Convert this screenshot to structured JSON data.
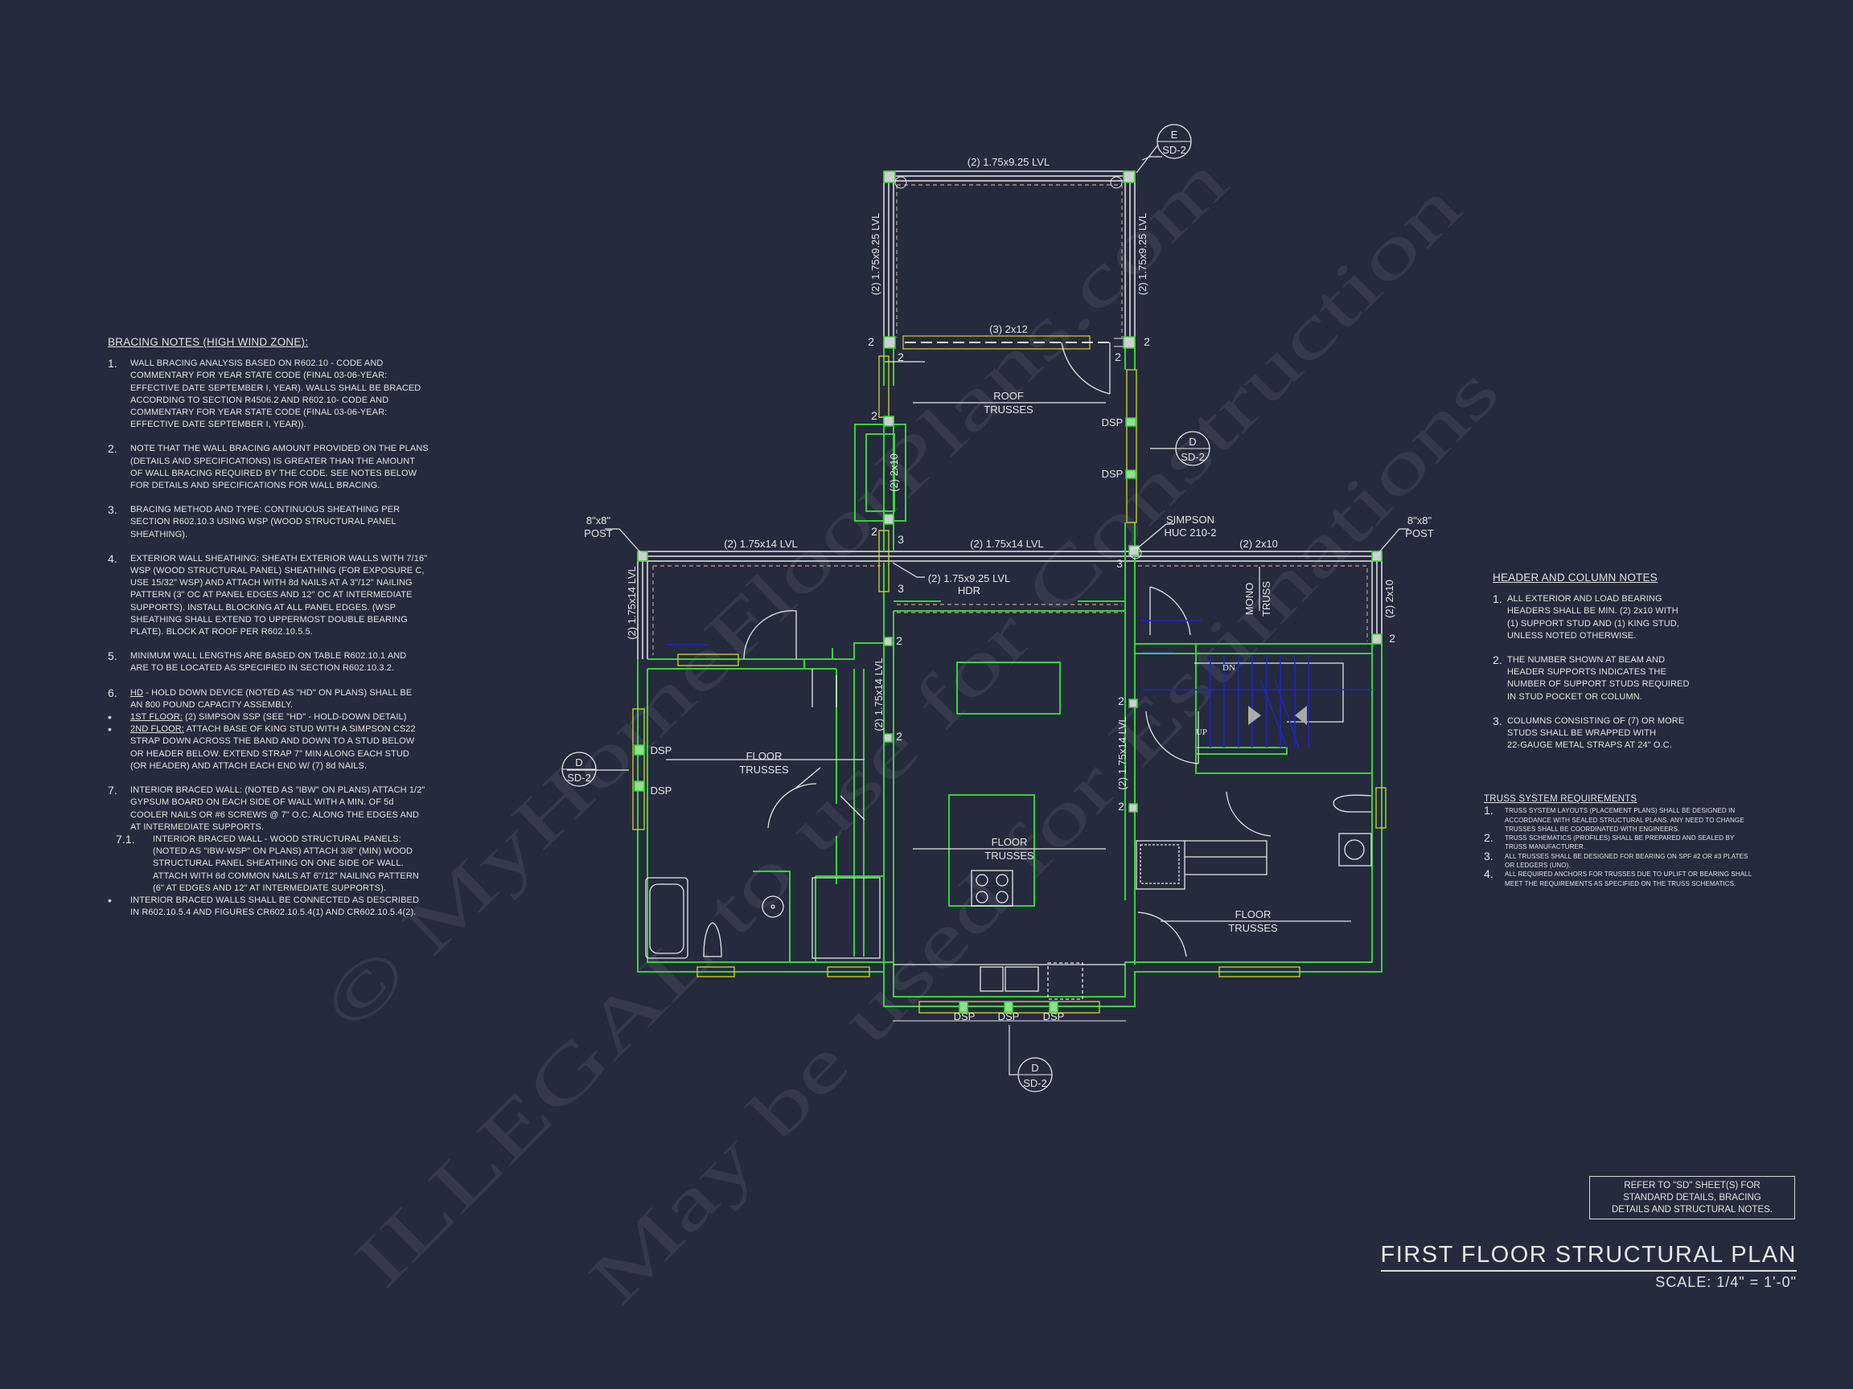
{
  "colors": {
    "background": "#252a3d",
    "walls": "#38d33a",
    "beams": "#e6e6e6",
    "windows": "#d6d62a",
    "stairs": "#1e26c8",
    "headers": "#c9a08a"
  },
  "bracing_notes": {
    "title": "BRACING NOTES (HIGH WIND ZONE):",
    "items": [
      {
        "num": "1.",
        "lines": [
          "WALL BRACING ANALYSIS BASED ON R602.10 - CODE AND",
          "COMMENTARY FOR YEAR STATE CODE (FINAL 03-06-YEAR:",
          "EFFECTIVE DATE SEPTEMBER I, YEAR). WALLS SHALL BE BRACED",
          "ACCORDING TO SECTION R4506.2 AND R602.10- CODE AND",
          "COMMENTARY FOR YEAR STATE CODE (FINAL 03-06-YEAR:",
          "EFFECTIVE DATE SEPTEMBER I, YEAR))."
        ]
      },
      {
        "num": "2.",
        "lines": [
          "NOTE THAT THE WALL BRACING AMOUNT PROVIDED ON THE PLANS",
          "(DETAILS AND SPECIFICATIONS) IS GREATER THAN THE AMOUNT",
          "OF WALL BRACING REQUIRED BY THE CODE. SEE NOTES BELOW",
          "FOR DETAILS AND SPECIFICATIONS FOR WALL BRACING."
        ]
      },
      {
        "num": "3.",
        "lines": [
          "BRACING METHOD AND TYPE: CONTINUOUS SHEATHING PER",
          "SECTION R602.10.3 USING WSP (WOOD STRUCTURAL PANEL",
          "SHEATHING)."
        ]
      },
      {
        "num": "4.",
        "lines": [
          "EXTERIOR WALL SHEATHING: SHEATH EXTERIOR WALLS WITH 7/16\"",
          "WSP (WOOD STRUCTURAL PANEL) SHEATHING (FOR EXPOSURE C,",
          "USE 15/32\" WSP) AND ATTACH WITH 8d NAILS AT A 3\"/12\" NAILING",
          "PATTERN (3\" OC AT PANEL EDGES AND 12\" OC AT INTERMEDIATE",
          "SUPPORTS). INSTALL BLOCKING AT ALL PANEL EDGES. (WSP",
          "SHEATHING SHALL EXTEND TO UPPERMOST DOUBLE BEARING",
          "PLATE). BLOCK AT ROOF PER R602.10.5.5."
        ]
      },
      {
        "num": "5.",
        "lines": [
          "MINIMUM WALL LENGTHS ARE BASED ON TABLE R602.10.1 AND",
          "ARE TO BE LOCATED AS SPECIFIED IN SECTION R602.10.3.2."
        ]
      },
      {
        "num": "6.",
        "label": "HD",
        "lines": [
          " - HOLD DOWN DEVICE (NOTED AS \"HD\" ON PLANS) SHALL BE",
          "AN 800 POUND CAPACITY ASSEMBLY."
        ]
      },
      {
        "num": "•",
        "label": "1ST FLOOR:",
        "nogap": true,
        "lines": [
          " (2) SIMPSON SSP (SEE \"HD\" - HOLD-DOWN DETAIL)"
        ]
      },
      {
        "num": "•",
        "label": "2ND FLOOR:",
        "nogap": true,
        "lines": [
          " ATTACH BASE OF KING STUD WITH A SIMPSON CS22",
          "STRAP DOWN ACROSS THE BAND AND DOWN TO A STUD BELOW",
          "OR HEADER BELOW.  EXTEND STRAP 7\" MIN ALONG EACH STUD",
          "(OR HEADER) AND ATTACH EACH END W/ (7) 8d NAILS."
        ]
      },
      {
        "num": "7.",
        "lines": [
          "INTERIOR BRACED WALL: (NOTED AS \"IBW\" ON PLANS) ATTACH 1/2\"",
          "GYPSUM BOARD ON EACH SIDE OF WALL WITH A MIN. OF 5d",
          "COOLER NAILS OR #6 SCREWS @ 7\" O.C. ALONG THE EDGES AND",
          "AT INTERMEDIATE SUPPORTS."
        ]
      },
      {
        "num": "7.1.",
        "sub": true,
        "nogap": true,
        "lines": [
          "INTERIOR BRACED WALL - WOOD STRUCTURAL PANELS:",
          "(NOTED AS \"IBW-WSP\" ON PLANS) ATTACH 3/8\" (MIN) WOOD",
          "STRUCTURAL PANEL SHEATHING ON ONE SIDE OF WALL.",
          "ATTACH WITH 6d COMMON NAILS AT 6\"/12\" NAILING PATTERN",
          "(6\" AT EDGES AND 12\" AT INTERMEDIATE SUPPORTS)."
        ]
      },
      {
        "num": "•",
        "nogap": true,
        "lines": [
          "INTERIOR BRACED WALLS SHALL BE CONNECTED AS DESCRIBED",
          "IN R602.10.5.4 AND FIGURES CR602.10.5.4(1) AND CR602.10.5.4(2)."
        ]
      }
    ]
  },
  "header_notes": {
    "title": "HEADER AND COLUMN NOTES",
    "items": [
      {
        "num": "1.",
        "lines": [
          "ALL EXTERIOR AND LOAD BEARING",
          "HEADERS SHALL BE MIN. (2) 2x10 WITH",
          "(1) SUPPORT STUD AND (1) KING STUD,",
          "UNLESS NOTED OTHERWISE."
        ]
      },
      {
        "num": "2.",
        "lines": [
          "THE NUMBER SHOWN AT BEAM AND",
          "HEADER SUPPORTS INDICATES THE",
          "NUMBER OF SUPPORT STUDS REQUIRED",
          "IN STUD POCKET OR COLUMN."
        ]
      },
      {
        "num": "3.",
        "lines": [
          "COLUMNS CONSISTING OF (7) OR MORE",
          "STUDS SHALL BE WRAPPED WITH",
          "22-GAUGE METAL STRAPS AT 24\" O.C."
        ]
      }
    ]
  },
  "truss_notes": {
    "title": "TRUSS SYSTEM REQUIREMENTS",
    "items": [
      {
        "num": "1.",
        "nogap": true,
        "lines": [
          "TRUSS SYSTEM LAYOUTS (PLACEMENT PLANS) SHALL BE DESIGNED IN",
          "ACCORDANCE WITH SEALED STRUCTURAL PLANS. ANY NEED TO CHANGE",
          "TRUSSES SHALL BE COORDINATED WITH  ENGINEERS."
        ]
      },
      {
        "num": "2.",
        "nogap": true,
        "lines": [
          "TRUSS SCHEMATICS (PROFILES) SHALL BE PREPARED AND SEALED BY",
          "TRUSS MANUFACTURER."
        ]
      },
      {
        "num": "3.",
        "nogap": true,
        "lines": [
          "ALL TRUSSES SHALL BE DESIGNED FOR BEARING ON SPF #2 OR #3 PLATES",
          "OR LEDGERS (UNO)."
        ]
      },
      {
        "num": "4.",
        "nogap": true,
        "lines": [
          "ALL REQUIRED ANCHORS FOR TRUSSES DUE TO UPLIFT OR BEARING SHALL",
          "MEET THE REQUIREMENTS AS SPECIFIED ON THE TRUSS SCHEMATICS."
        ]
      }
    ]
  },
  "title_block": {
    "refer_lines": [
      "REFER TO \"SD\"  SHEET(S) FOR",
      "STANDARD DETAILS, BRACING",
      "DETAILS AND STRUCTURAL NOTES."
    ],
    "sheet_title": "FIRST FLOOR STRUCTURAL PLAN",
    "scale": "SCALE: 1/4\" = 1'-0\""
  },
  "plan": {
    "beams": {
      "porch_top": "(2) 1.75x9.25 LVL",
      "porch_left": "(2) 1.75x9.25 LVL",
      "porch_right": "(2) 1.75x9.25 LVL",
      "porch_bottom": "(3) 2x12",
      "connector": "(2) 2x10",
      "left_top": "(2) 1.75x14 LVL",
      "center_top": "(2) 1.75x14 LVL",
      "right_top": "(2) 2x10",
      "left_side": "(2) 1.75x14 LVL",
      "right_side": "(2) 2x10",
      "center_column": "(2) 1.75x14 LVL",
      "right_column": "(2) 1.75x14 LVL",
      "hdr_line1": "(2) 1.75x9.25 LVL",
      "hdr_line2": "HDR"
    },
    "callouts": {
      "simpson_1": "SIMPSON",
      "simpson_2": "HUC 210-2",
      "post_1": "8\"x8\"",
      "post_2": "POST",
      "mono_1": "MONO",
      "mono_2": "TRUSS",
      "dn": "DN",
      "up": "UP"
    },
    "trusses": {
      "roof_1": "ROOF",
      "roof_2": "TRUSSES",
      "floor_1": "FLOOR",
      "floor_2": "TRUSSES"
    },
    "dsp": "DSP",
    "stud_counts": [
      "2",
      "2",
      "2",
      "2",
      "2",
      "2",
      "3",
      "3",
      "2",
      "2",
      "3",
      "2",
      "2",
      "2"
    ],
    "sections": [
      {
        "letter": "E",
        "sheet": "SD-2"
      },
      {
        "letter": "D",
        "sheet": "SD-2"
      },
      {
        "letter": "D",
        "sheet": "SD-2"
      },
      {
        "letter": "D",
        "sheet": "SD-2"
      }
    ]
  },
  "watermarks": [
    "© MyHomeFloorPlans.com",
    "ILLEGAL to use for Construction",
    "May be used for Estimations"
  ]
}
